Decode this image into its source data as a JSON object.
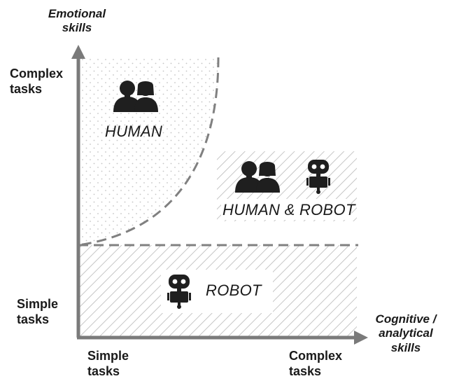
{
  "axes": {
    "y_title_line1": "Emotional",
    "y_title_line2": "skills",
    "x_title_line1": "Cognitive /",
    "x_title_line2": "analytical",
    "x_title_line3": "skills",
    "y_top_line1": "Complex",
    "y_top_line2": "tasks",
    "y_bottom_line1": "Simple",
    "y_bottom_line2": "tasks",
    "x_left_line1": "Simple",
    "x_left_line2": "tasks",
    "x_right_line1": "Complex",
    "x_right_line2": "tasks"
  },
  "zones": {
    "human": {
      "label": "HUMAN",
      "icon": "people-icon"
    },
    "shared": {
      "label": "HUMAN & ROBOT",
      "icons": [
        "people-icon",
        "robot-icon"
      ]
    },
    "robot": {
      "label": "ROBOT",
      "icon": "robot-icon"
    }
  },
  "colors": {
    "axis": "#7a7a7a",
    "dashed": "#808080",
    "hatch": "#b8b8b8",
    "dots": "#c4c4c4",
    "icon": "#1f1f1f"
  }
}
